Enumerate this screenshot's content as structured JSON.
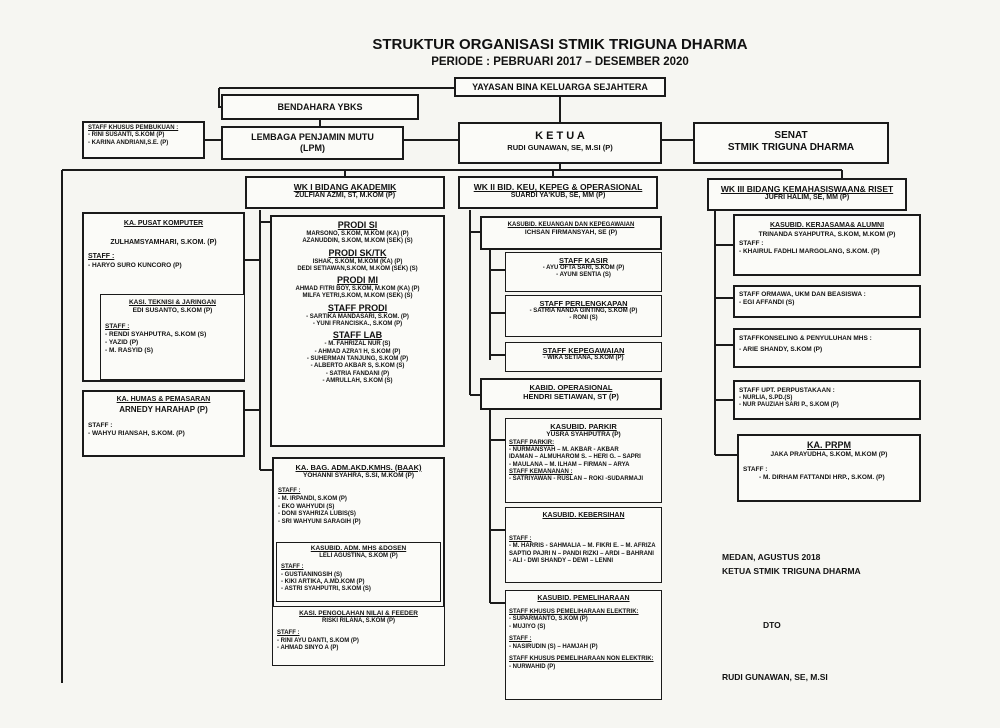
{
  "title": "STRUKTUR ORGANISASI STMIK TRIGUNA DHARMA",
  "period": "PERIODE : PEBRUARI 2017 – DESEMBER 2020",
  "yayasan": "YAYASAN BINA KELUARGA SEJAHTERA",
  "bendahara": "BENDAHARA YBKS",
  "pembukuan": {
    "title": "STAFF KHUSUS PEMBUKUAN :",
    "items": [
      "-     RINI SUSANTI, S.KOM (P)",
      "-     KARINA ANDRIANI,S.E. (P)"
    ]
  },
  "lpm": {
    "line1": "LEMBAGA PENJAMIN MUTU",
    "line2": "(LPM)"
  },
  "ketua": {
    "title": "K E T U A",
    "name": "RUDI GUNAWAN, SE, M.SI (P)"
  },
  "senat": {
    "line1": "SENAT",
    "line2": "STMIK TRIGUNA DHARMA"
  },
  "wk1": {
    "title": "WK I BIDANG AKADEMIK",
    "name": "ZULFIAN AZMI, ST, M.KOM (P)"
  },
  "wk2": {
    "title": "WK II BID. KEU, KEPEG & OPERASIONAL",
    "name": "SUARDI YA'KUB, SE, MM (P)"
  },
  "wk3": {
    "title": "WK III BIDANG KEMAHASISWAAN& RISET",
    "name": "JUFRI HALIM, SE, MM (P)"
  },
  "puskom": {
    "title": "KA. PUSAT KOMPUTER",
    "name": "ZULHAMSYAMHARI, S.KOM. (P)",
    "staff_label": "STAFF :",
    "staff": [
      "-     HARYO SURO KUNCORO (P)"
    ]
  },
  "teknisi": {
    "title": "KASI. TEKNISI & JARINGAN",
    "name": "EDI SUSANTO, S.KOM (P)",
    "staff_label": "STAFF :",
    "staff": [
      "-     RENDI SYAHPUTRA, S.KOM (S)",
      "-     YAZID (P)",
      "-     M. RASYID (S)"
    ]
  },
  "humas": {
    "title": "KA. HUMAS & PEMASARAN",
    "name": "ARNEDY HARAHAP (P)",
    "staff_label": "STAFF :",
    "staff": [
      "-     WAHYU RIANSAH, S.KOM. (P)"
    ]
  },
  "prodi": [
    {
      "title": "PRODI SI",
      "lines": [
        "MARSONO, S.KOM, M.KOM (KA) (P)",
        "AZANUDDIN, S.KOM, M.KOM (SEK) (S)"
      ]
    },
    {
      "title": "PRODI SK/TK",
      "lines": [
        "ISHAK, S.KOM, M.KOM (KA) (P)",
        "DEDI SETIAWAN,S.KOM, M.KOM (SEK) (S)"
      ]
    },
    {
      "title": "PRODI MI",
      "lines": [
        "AHMAD FITRI BOY, S.KOM, M.KOM (KA) (P)",
        "MILFA YETRI,S.KOM, M.KOM (SEK) (S)"
      ]
    },
    {
      "title": "STAFF PRODI",
      "lines": [
        "-  SARTIKA MANDASARI, S.KOM. (P)",
        "-  YUNI FRANCISKA., S.KOM (P)"
      ]
    },
    {
      "title": "STAFF LAB",
      "lines": [
        "-  M. FAHRIZAL NUR (S)",
        "-  AHMAD AZRA'I H, S.KOM (P)",
        "-  SUHERMAN TANJUNG, S.KOM (P)",
        "-  ALBERTO AKBAR S, S.KOM (S)",
        "-  SATRIA FANDANI (P)",
        "-  AMRULLAH, S.KOM (S)"
      ]
    }
  ],
  "baak": {
    "title": "KA. BAG. ADM.AKD.KMHS. (BAAK)",
    "name": "YOHANNI SYAHRA, S.SI, M.KOM (P)",
    "staff_label": "STAFF :",
    "staff": [
      "-  M. IRPANDI, S.KOM (P)",
      "-  EKO WAHYUDI (S)",
      "-  DONI SYAHRIZA LUBIS(S)",
      "-  SRI WAHYUNI SARAGIH (P)"
    ]
  },
  "mhs_dosen": {
    "title": "KASUBID. ADM. MHS &DOSEN",
    "name": "LELI AGUSTINA, S.KOM (P)",
    "staff_label": "STAFF :",
    "staff": [
      "-  GUSTIANINGSIH (S)",
      "-  KIKI ARTIKA, A.MD.KOM (P)",
      "-  ASTRI SYAHPUTRI, S.KOM (S)"
    ]
  },
  "nilai": {
    "title": "KASI. PENGOLAHAN NILAI & FEEDER",
    "name": "RISKI RILANA, S.KOM (P)",
    "staff_label": "STAFF :",
    "staff": [
      "-  RINI AYU DANTI, S.KOM (P)",
      "-  AHMAD SINYO A (P)"
    ]
  },
  "keuangan": {
    "title": "KASUBID. KEUANGAN DAN KEPEGAWAIAN",
    "name": "ICHSAN FIRMANSYAH, SE (P)"
  },
  "kasir": {
    "title": "STAFF KASIR",
    "lines": [
      "-  AYU OFTA SARI, S.KOM (P)",
      "-  AYUNI SENTIA (S)"
    ]
  },
  "perlengkapan": {
    "title": "STAFF PERLENGKAPAN",
    "lines": [
      "-  SATRIA NANDA GINTING, S.KOM (P)",
      "-  RONI (S)"
    ]
  },
  "kepegawaian": {
    "title": "STAFF KEPEGAWAIAN",
    "lines": [
      "-  WIKA SETIANA, S.KOM (P)"
    ]
  },
  "operasional": {
    "title": "KABID. OPERASIONAL",
    "name": "HENDRI SETIAWAN, ST (P)"
  },
  "parkir": {
    "title": "KASUBID. PARKIR",
    "name": "YUSRA SYAHPUTRA (P)",
    "s1": "STAFF PARKIR:",
    "l1": [
      "-  NURMANSYAH – M. AKBAR - AKBAR",
      "IDAMAN – ALMUHAROM S. – HERI G. – SAPRI",
      "- MAULANA – M. ILHAM – FIRMAN – ARYA"
    ],
    "s2": "STAFF KEMANANAN :",
    "l2": [
      "-  SATRIYAWAN - RUSLAN – ROKI -SUDARMAJI"
    ]
  },
  "kebersihan": {
    "title": "KASUBID. KEBERSIHAN",
    "staff_label": "STAFF :",
    "staff": [
      "-  M. HARRIS - SAHMALIA – M. FIKRI E. – M. AFRIZA",
      "SAPTIO PAJRI N – PANDI RIZKI – ARDI – BAHRANI",
      "-  ALI - DWI SHANDY – DEWI – LENNI"
    ]
  },
  "pemeliharaan": {
    "title": "KASUBID. PEMELIHARAAN",
    "s1": "STAFF KHUSUS PEMELIHARAAN ELEKTRIK:",
    "l1": [
      "-  SUPARMANTO, S.KOM (P)",
      "-  MUJIYO (S)"
    ],
    "s2": "STAFF :",
    "l2": [
      "-  NASIRUDIN (S) – HAMJAH (P)"
    ],
    "s3": "STAFF KHUSUS PEMELIHARAAN NON ELEKTRIK:",
    "l3": [
      "-  NURWAHID (P)"
    ]
  },
  "kerjasama": {
    "title": "KASUBID. KERJASAMA& ALUMNI",
    "name": "TRINANDA SYAHPUTRA, S.KOM, M.KOM (P)",
    "staff_label": "STAFF :",
    "staff": [
      "-  KHAIRUL FADHLI MARGOLANG, S.KOM. (P)"
    ]
  },
  "ormawa": {
    "title": "STAFF ORMAWA, UKM DAN BEASISWA :",
    "items": [
      "-  EGI AFFANDI (S)"
    ]
  },
  "konseling": {
    "title": "STAFFKONSELING & PENYULUHAN MHS :",
    "items": [
      "-  ARIE SHANDY, S.KOM (P)"
    ]
  },
  "perpus": {
    "title": "STAFF UPT. PERPUSTAKAAN :",
    "items": [
      "-  NURLIA, S.PD.(S)",
      "-  NUR PAUZIAH SARI P., S.KOM (P)"
    ]
  },
  "prpm": {
    "title": "KA. PRPM",
    "name": "JAKA PRAYUDHA, S.KOM, M.KOM (P)",
    "staff_label": "STAFF :",
    "staff": [
      "-  M. DIRHAM FATTANDI HRP., S.KOM. (P)"
    ]
  },
  "signature": {
    "place_date": "MEDAN,        AGUSTUS 2018",
    "role": "KETUA  STMIK TRIGUNA DHARMA",
    "dto": "DTO",
    "name": "RUDI GUNAWAN, SE, M.SI"
  }
}
